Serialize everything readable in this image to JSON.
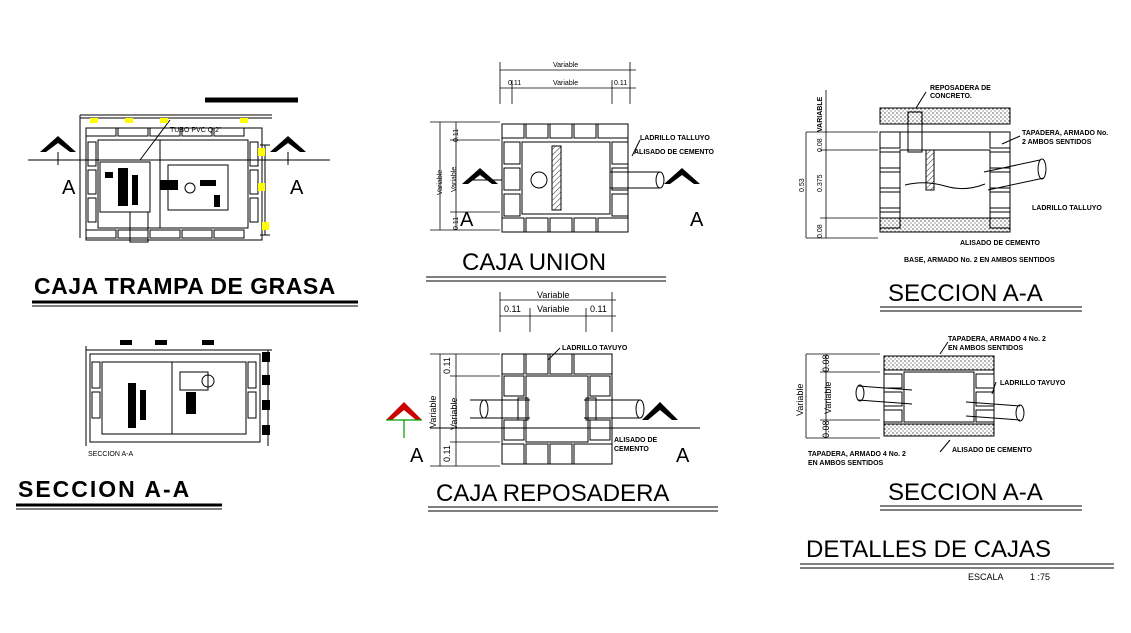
{
  "titles": {
    "trampa": "CAJA TRAMPA DE GRASA",
    "seccion_left": "SECCION A-A",
    "union": "CAJA UNION",
    "reposadera": "CAJA REPOSADERA",
    "seccion_top_right": "SECCION A-A",
    "seccion_mid_right": "SECCION A-A",
    "detalles": "DETALLES DE CAJAS"
  },
  "scale": {
    "label": "ESCALA",
    "value": "1 :75"
  },
  "section_mark": "A",
  "trampa": {
    "tube_label": "TUBO PVC Q 2\"",
    "section_caption": "SECCION A-A"
  },
  "union": {
    "dim_total": "Variable",
    "dim_inner": "Variable",
    "dim_wall_left": "0.11",
    "dim_wall_right": "0.11",
    "dim_vertical_outer": "Variable",
    "dim_vertical_inner": "Variable",
    "dim_v_top": "0.11",
    "dim_v_bottom": "0.11",
    "label_ladrillo": "LADRILLO TALLUYO",
    "label_alisado": "ALISADO DE CEMENTO"
  },
  "reposadera": {
    "dim_total": "Variable",
    "dim_inner": "Variable",
    "dim_wall_left": "0.11",
    "dim_wall_right": "0.11",
    "dim_vertical_outer": "Variable",
    "dim_vertical_inner": "Variable",
    "dim_v_top": "0.11",
    "dim_v_bottom": "0.11",
    "label_ladrillo": "LADRILLO TAYUYO",
    "label_alisado_1": "ALISADO DE",
    "label_alisado_2": "CEMENTO"
  },
  "seccion1": {
    "label_reposadera_1": "REPOSADERA DE",
    "label_reposadera_2": "CONCRETO.",
    "label_tapadera_1": "TAPADERA, ARMADO No.",
    "label_tapadera_2": "2 AMBOS SENTIDOS",
    "label_ladrillo": "LADRILLO TALLUYO",
    "label_alisado": "ALISADO DE CEMENTO",
    "label_base": "BASE, ARMADO No. 2 EN AMBOS SENTIDOS",
    "dim_variable": "VARIABLE",
    "dim_total": "0.53",
    "dim_top": "0.08",
    "dim_mid": "0.375",
    "dim_bottom": "0.08"
  },
  "seccion2": {
    "label_tapadera_top_1": "TAPADERA, ARMADO 4 No. 2",
    "label_tapadera_top_2": "EN AMBOS SENTIDOS",
    "label_ladrillo": "LADRILLO TAYUYO",
    "label_tapadera_bot_1": "TAPADERA, ARMADO 4 No. 2",
    "label_tapadera_bot_2": "EN AMBOS SENTIDOS",
    "label_alisado": "ALISADO DE CEMENTO",
    "dim_outer": "Variable",
    "dim_inner": "Variable",
    "dim_top": "0.08",
    "dim_bottom": "0.08"
  },
  "colors": {
    "highlight": "#ffff00",
    "marker_red": "#cc0000",
    "marker_green": "#009900",
    "ink": "#000000"
  }
}
